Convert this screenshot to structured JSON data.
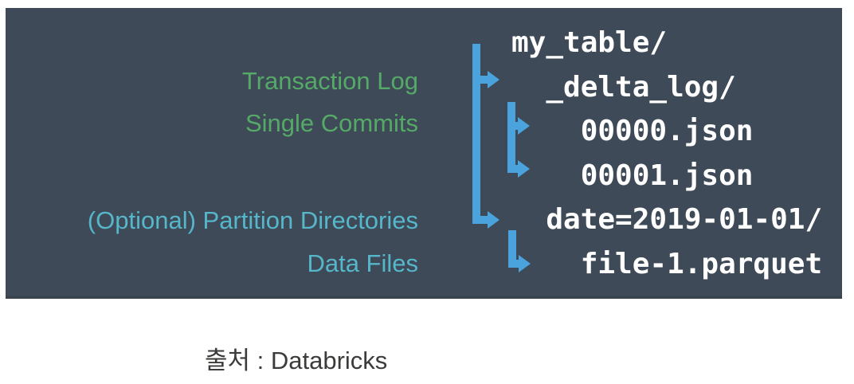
{
  "panel": {
    "bg_color": "#3e4a57",
    "labels": [
      {
        "text": "Transaction Log",
        "color": "#54aa66"
      },
      {
        "text": "Single Commits",
        "color": "#54aa66"
      },
      {
        "text": "(Optional) Partition Directories",
        "color": "#56b6ca"
      },
      {
        "text": "Data Files",
        "color": "#56b6ca"
      }
    ],
    "tree": {
      "text_color": "#ffffff",
      "arrow_color": "#4aa3dd",
      "lines": [
        "my_table/",
        "  _delta_log/",
        "    00000.json",
        "    00001.json",
        "  date=2019-01-01/",
        "    file-1.parquet"
      ]
    }
  },
  "caption": {
    "text": "출처 : Databricks",
    "color": "#3b3b39"
  }
}
